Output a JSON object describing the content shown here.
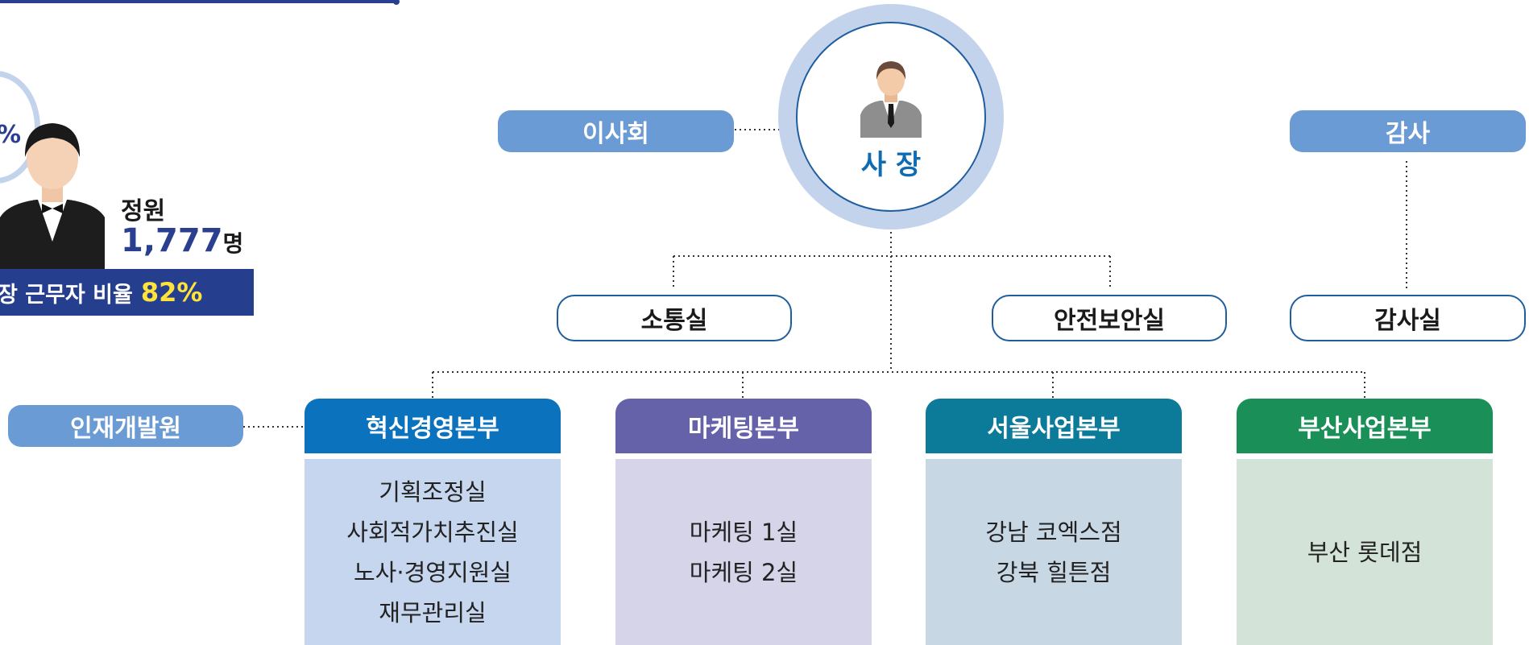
{
  "ceo": {
    "label": "사 장"
  },
  "board": {
    "label": "이사회"
  },
  "audit": {
    "label": "감사"
  },
  "audit_office": {
    "label": "감사실"
  },
  "comm_office": {
    "label": "소통실"
  },
  "safety_office": {
    "label": "안전보안실"
  },
  "talent": {
    "label": "인재개발원"
  },
  "left_stats": {
    "percent_fragment": "%",
    "headcount_label": "정원",
    "headcount_value": "1,777",
    "headcount_unit": "명",
    "ratio_text": "장 근무자 비율",
    "ratio_value": "82%"
  },
  "divisions": [
    {
      "name": "혁신경영본부",
      "color": "#0b72bd",
      "bg": "#c5d6ee",
      "units": [
        "기획조정실",
        "사회적가치추진실",
        "노사·경영지원실",
        "재무관리실"
      ]
    },
    {
      "name": "마케팅본부",
      "color": "#6562a9",
      "bg": "#d5d4e9",
      "units": [
        "마케팅 1실",
        "마케팅 2실"
      ]
    },
    {
      "name": "서울사업본부",
      "color": "#0c7b99",
      "bg": "#c8d7e4",
      "units": [
        "강남 코엑스점",
        "강북 힐튼점"
      ]
    },
    {
      "name": "부산사업본부",
      "color": "#1a9058",
      "bg": "#d3e3d7",
      "units": [
        "부산 롯데점"
      ]
    }
  ]
}
